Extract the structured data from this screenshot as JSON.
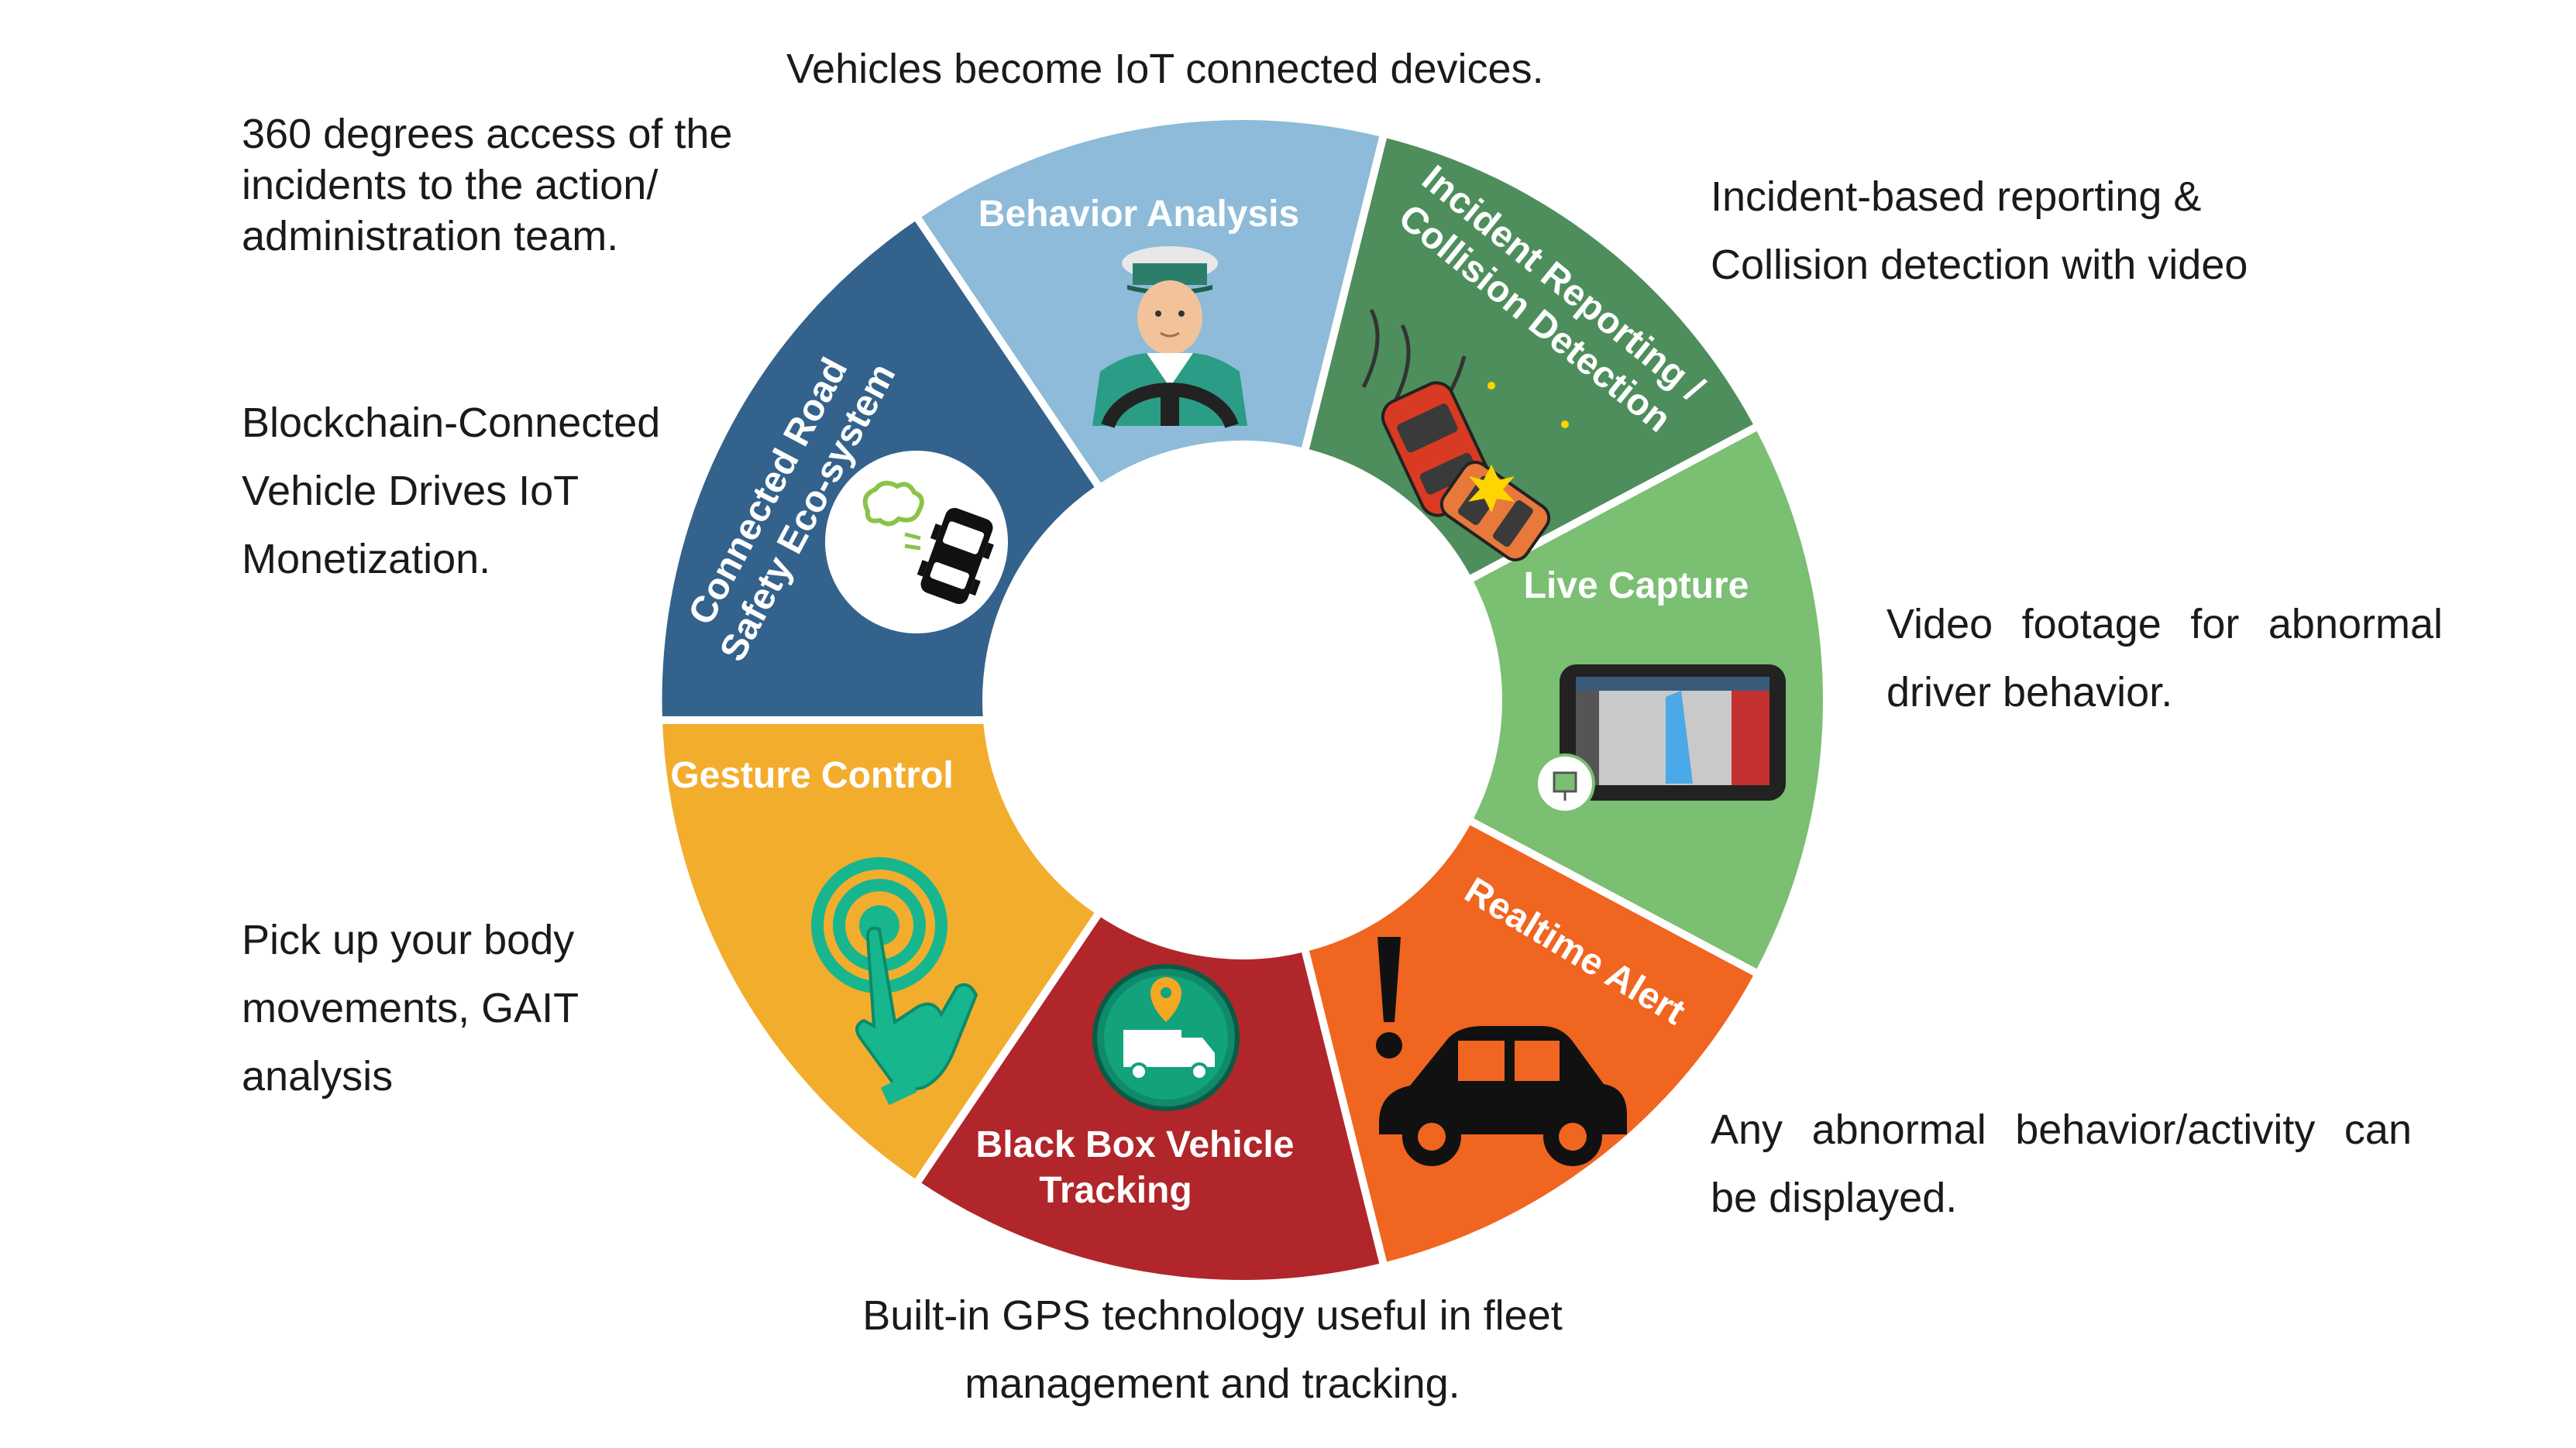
{
  "colors": {
    "behavior_analysis": "#8DBBD9",
    "incident_reporting": "#4E8E5C",
    "live_capture": "#7BBF72",
    "realtime_alert": "#F06520",
    "black_box_tracking": "#B0262B",
    "gesture_control": "#F3AD2D",
    "connected_road": "#33628C",
    "text": "#1a1a1a"
  },
  "segments": [
    {
      "key": "behavior_analysis",
      "label": "Behavior Analysis",
      "icon": "driver-icon"
    },
    {
      "key": "incident_reporting",
      "label_lines": [
        "Incident Reporting /",
        "Collision Detection"
      ],
      "icon": "car-collision-icon"
    },
    {
      "key": "live_capture",
      "label": "Live Capture",
      "icon": "gps-device-icon"
    },
    {
      "key": "realtime_alert",
      "label": "Realtime Alert",
      "icon": "car-alert-icon"
    },
    {
      "key": "black_box_tracking",
      "label_lines": [
        "Black Box Vehicle",
        "Tracking"
      ],
      "icon": "truck-location-icon"
    },
    {
      "key": "gesture_control",
      "label": "Gesture Control",
      "icon": "hand-tap-icon"
    },
    {
      "key": "connected_road",
      "label_lines": [
        "Connected Road",
        "Safety Eco-system"
      ],
      "icon": "car-emission-icon"
    }
  ],
  "captions": {
    "iot": {
      "lines": [
        "Vehicles become IoT connected devices."
      ]
    },
    "access": {
      "lines": [
        "360 degrees access of the",
        "incidents to the action/",
        "administration team."
      ]
    },
    "incident": {
      "lines": [
        "Incident-based reporting &",
        "Collision detection with video"
      ]
    },
    "blockchain": {
      "lines": [
        "Blockchain-Connected",
        "Vehicle Drives IoT",
        "Monetization."
      ]
    },
    "video": {
      "lines": [
        "Video footage for abnormal",
        "driver behavior."
      ]
    },
    "gait": {
      "lines": [
        "Pick up your body",
        "movements, GAIT",
        "analysis"
      ]
    },
    "abnormal": {
      "lines": [
        "Any abnormal behavior/activity can",
        "be displayed."
      ]
    },
    "gps": {
      "lines": [
        "Built-in GPS technology useful in fleet",
        "management and tracking."
      ]
    }
  }
}
